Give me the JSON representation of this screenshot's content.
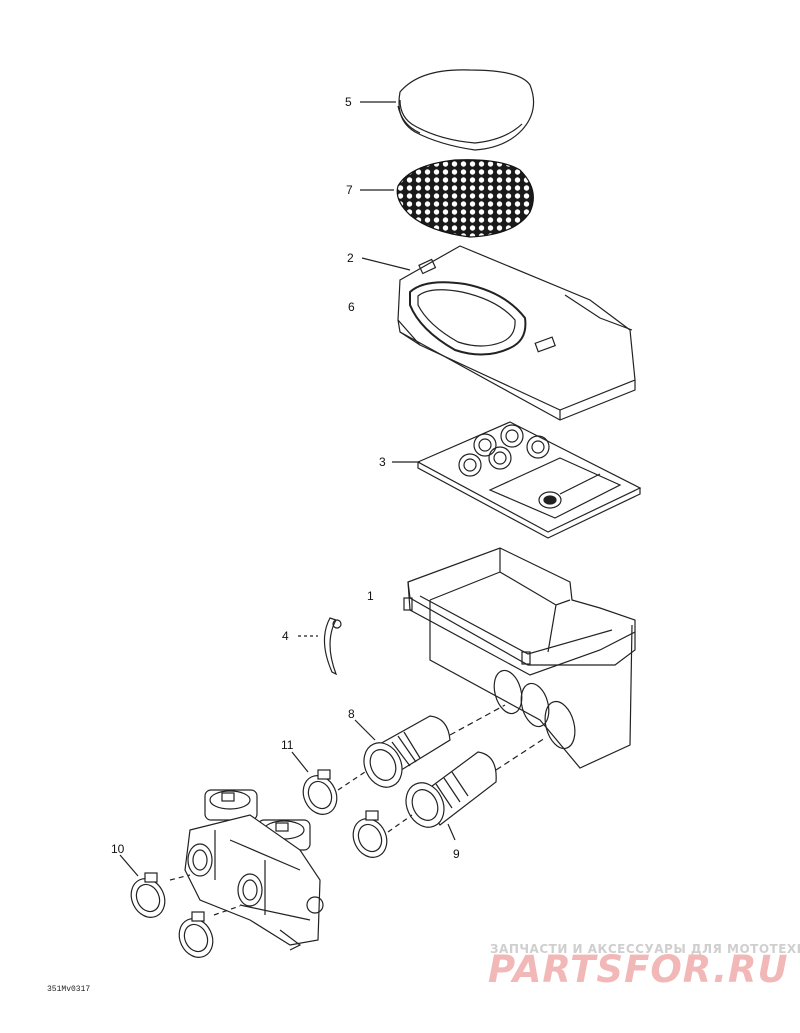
{
  "parts": [
    {
      "id": "5",
      "label": "5"
    },
    {
      "id": "7",
      "label": "7"
    },
    {
      "id": "2",
      "label": "2"
    },
    {
      "id": "6",
      "label": "6"
    },
    {
      "id": "3",
      "label": "3"
    },
    {
      "id": "1",
      "label": "1"
    },
    {
      "id": "4",
      "label": "4"
    },
    {
      "id": "8",
      "label": "8"
    },
    {
      "id": "11",
      "label": "11"
    },
    {
      "id": "9",
      "label": "9"
    },
    {
      "id": "10",
      "label": "10"
    }
  ],
  "watermark": {
    "tagline": "ЗАПЧАСТИ И АКСЕССУАРЫ ДЛЯ МОТОТЕХНИКИ",
    "brand": "PARTSFOR.RU"
  },
  "drawing_code": "351Mv0317"
}
